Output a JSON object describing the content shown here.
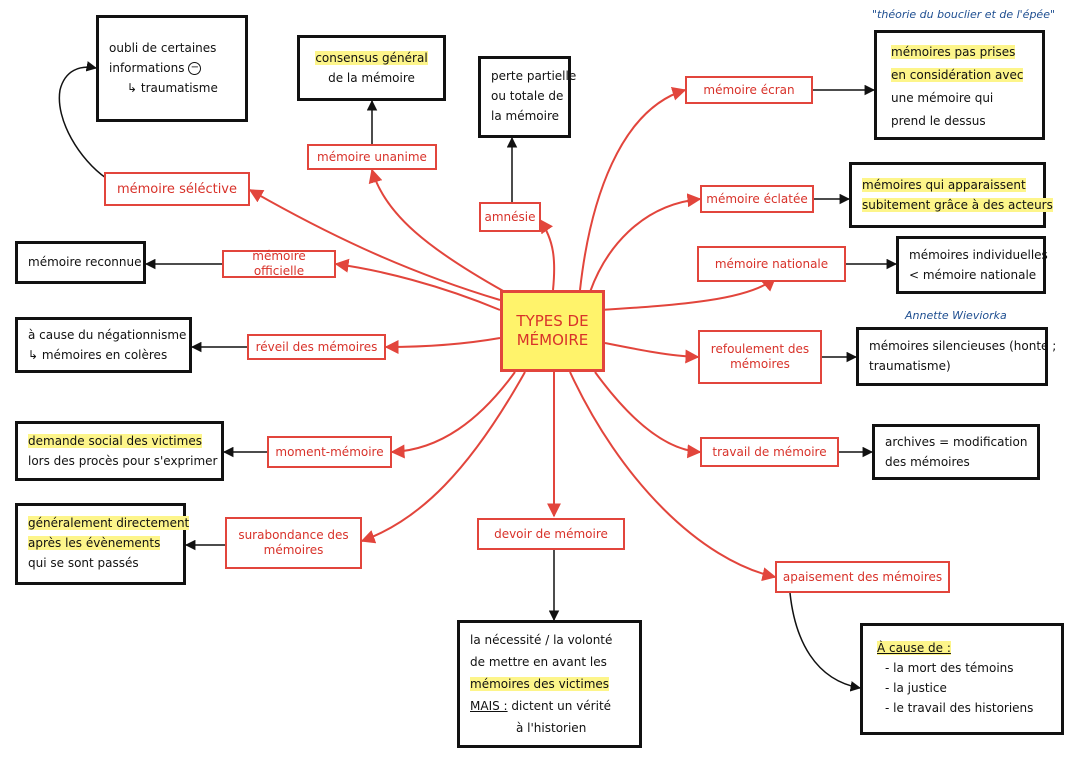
{
  "center": {
    "line1": "TYPES DE",
    "line2": "MÉMOIRE"
  },
  "types": {
    "selective": "mémoire séléctive",
    "unanime": "mémoire unanime",
    "amnesie": "amnésie",
    "ecran": "mémoire écran",
    "eclatee": "mémoire éclatée",
    "nationale": "mémoire nationale",
    "officielle": "mémoire officielle",
    "reveil": "réveil des mémoires",
    "refoulement_l1": "refoulement des",
    "refoulement_l2": "mémoires",
    "moment": "moment-mémoire",
    "travail": "travail de mémoire",
    "surabondance_l1": "surabondance des",
    "surabondance_l2": "mémoires",
    "devoir": "devoir de mémoire",
    "apaisement": "apaisement des mémoires"
  },
  "notes": {
    "oubli_l1": "oubli de certaines",
    "oubli_l2": "informations",
    "oubli_minus": "−",
    "oubli_l3": "↳ traumatisme",
    "consensus_l1": "consensus général",
    "consensus_l2": "de la mémoire",
    "perte_l1": "perte partielle",
    "perte_l2": "ou totale de",
    "perte_l3": "la mémoire",
    "ecran_l1": "mémoires pas prises",
    "ecran_l2": "en considération avec",
    "ecran_l3": "une mémoire qui",
    "ecran_l4": "prend le dessus",
    "eclatee_l1": "mémoires qui apparaissent",
    "eclatee_l2": "subitement grâce à des acteurs",
    "nationale_l1": "mémoires individuelles",
    "nationale_l2": "< mémoire nationale",
    "reconnue": "mémoire reconnue",
    "negation_l1": "à cause du négationnisme",
    "negation_l2": "↳ mémoires en colères",
    "silence_l1": "mémoires silencieuses (honte ;",
    "silence_l2": "traumatisme)",
    "demande_l1": "demande social des victimes",
    "demande_l2": "lors des procès pour s'exprimer",
    "archives_l1": "archives = modification",
    "archives_l2": "des mémoires",
    "general_l1": "généralement directement",
    "general_l2": "après les évènements",
    "general_l3": "qui se sont passés",
    "devoir_l1": "la nécessité / la volonté",
    "devoir_l2": "de mettre en avant les",
    "devoir_l3": "mémoires des victimes",
    "devoir_l4a": "MAIS :",
    "devoir_l4b": "dictent un vérité",
    "devoir_l5": "à l'historien",
    "apais_head": "À cause de :",
    "apais_l1": "- la mort des témoins",
    "apais_l2": "- la justice",
    "apais_l3": "- le travail des historiens"
  },
  "annotations": {
    "bouclier": "\"théorie du bouclier et de l'épée\"",
    "wieviorka": "Annette Wieviorka"
  },
  "colors": {
    "red": "#e2453c",
    "black": "#111111",
    "yellow": "#fff36b",
    "highlight": "#fdf58a",
    "blue_note": "#1f4f91"
  }
}
